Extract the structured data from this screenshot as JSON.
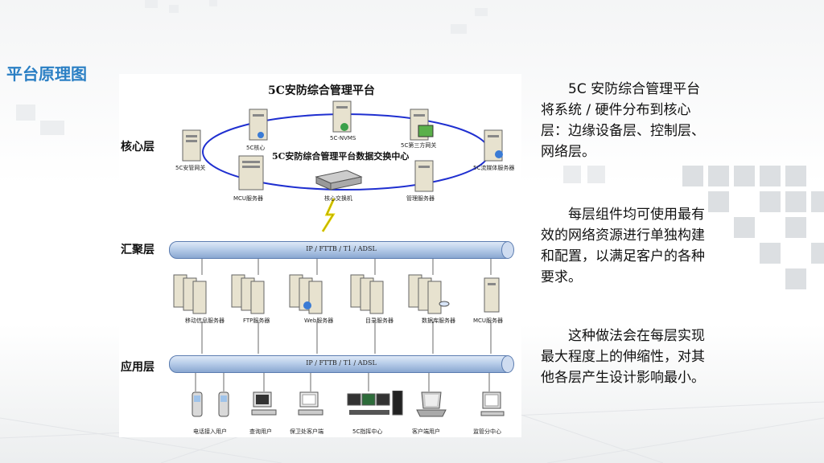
{
  "slide": {
    "title": "平台原理图"
  },
  "diagram": {
    "title": "5C安防综合管理平台",
    "ring_title": "5C安防综合管理平台数据交换中心",
    "layers": {
      "core": "核心层",
      "aggregation": "汇聚层",
      "application": "应用层"
    },
    "core_nodes": [
      "5C核心",
      "5C-NVMS",
      "5C第三方网关",
      "5C安管网关",
      "5C流媒体服务器",
      "MCU服务器",
      "核心交换机",
      "管理服务器"
    ],
    "bus_labels": {
      "aggregation": "IP / FTTB / T1 / ADSL",
      "application": "IP / FTTB / T1 / ADSL"
    },
    "agg_nodes": [
      "移动信息服务器",
      "FTP服务器",
      "Web服务器",
      "目录服务器",
      "数据库服务器",
      "MCU服务器"
    ],
    "app_nodes": [
      "电话接入用户",
      "查询用户",
      "保卫处客户端",
      "5C指挥中心",
      "客户端用户",
      "监管分中心"
    ]
  },
  "description": {
    "paragraphs": [
      "5C 安防综合管理平台将系统 / 硬件分布到核心层：边缘设备层、控制层、网络层。",
      "每层组件均可使用最有效的网络资源进行单独构建和配置，以满足客户的各种要求。",
      "这种做法会在每层实现最大程度上的伸缩性，对其他各层产生设计影响最小。"
    ]
  },
  "colors": {
    "title": "#2a7fc4",
    "ring": "#1f2fd0",
    "bus": "#8aa7d1"
  }
}
